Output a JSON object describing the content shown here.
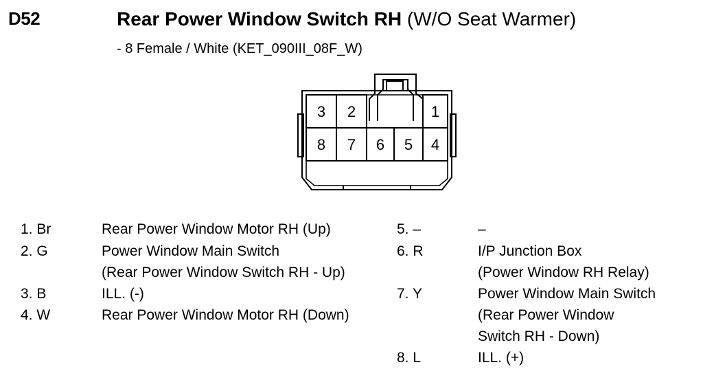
{
  "header": {
    "code": "D52",
    "title_bold": "Rear Power Window Switch RH",
    "title_normal": "(W/O Seat Warmer)",
    "subtitle": "- 8 Female / White (KET_090III_08F_W)"
  },
  "connector": {
    "pin_labels": [
      "1",
      "2",
      "3",
      "4",
      "5",
      "6",
      "7",
      "8"
    ]
  },
  "pins_left": [
    {
      "num": "1. Br",
      "lines": [
        "Rear Power Window Motor RH (Up)"
      ]
    },
    {
      "num": "2. G",
      "lines": [
        "Power Window Main Switch",
        "(Rear Power Window Switch RH - Up)"
      ]
    },
    {
      "num": "3. B",
      "lines": [
        "ILL. (-)"
      ]
    },
    {
      "num": "4. W",
      "lines": [
        "Rear Power Window Motor RH (Down)"
      ]
    }
  ],
  "pins_right": [
    {
      "num": "5. –",
      "lines": [
        "–"
      ]
    },
    {
      "num": "6. R",
      "lines": [
        "I/P Junction Box",
        "(Power Window RH Relay)"
      ]
    },
    {
      "num": "7. Y",
      "lines": [
        "Power Window Main Switch",
        "(Rear Power Window",
        "Switch RH - Down)"
      ]
    },
    {
      "num": "8. L",
      "lines": [
        "ILL. (+)"
      ]
    }
  ]
}
